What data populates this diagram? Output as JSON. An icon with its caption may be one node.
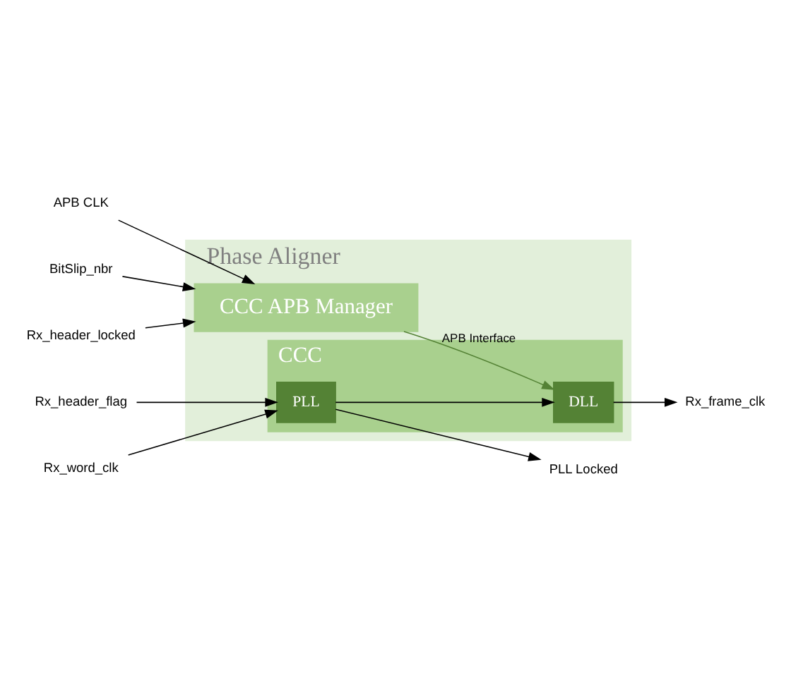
{
  "diagram": {
    "nodes": [
      {
        "text": [
          "Phase Aligner"
        ]
      },
      {
        "text": [
          "CCC APB Manager"
        ],
        "in": 0
      },
      {
        "text": [
          "CCC"
        ],
        "in": 0
      },
      {
        "text": [
          "PLL"
        ],
        "in": 2
      },
      {
        "text": [
          "DLL"
        ],
        "in": 2
      },
      {
        "text": [
          "APB CLK"
        ]
      },
      {
        "text": [
          "BitSlip_nbr"
        ]
      },
      {
        "text": [
          "Rx_header_locked"
        ]
      },
      {
        "text": [
          "Rx_header_flag"
        ]
      },
      {
        "text": [
          "Rx_word_clk"
        ]
      },
      {
        "text": [
          "PLL Locked"
        ]
      },
      {
        "text": [
          "Rx_frame_clk"
        ]
      }
    ],
    "edges": [
      {
        "from": 5,
        "to": 1,
        "arrow": "to"
      },
      {
        "from": 6,
        "to": 1,
        "arrow": "to"
      },
      {
        "from": 7,
        "to": 1,
        "arrow": "to"
      },
      {
        "from": 1,
        "to": 4,
        "arrow": "to",
        "label": "APB Interface",
        "color": "#548235"
      },
      {
        "from": 8,
        "to": 3,
        "arrow": "to"
      },
      {
        "from": 9,
        "to": 3,
        "arrow": "to"
      },
      {
        "from": 3,
        "to": 10,
        "arrow": "to"
      },
      {
        "from": 3,
        "to": 4,
        "arrow": "to"
      },
      {
        "from": 4,
        "to": 11,
        "arrow": "to"
      }
    ]
  }
}
